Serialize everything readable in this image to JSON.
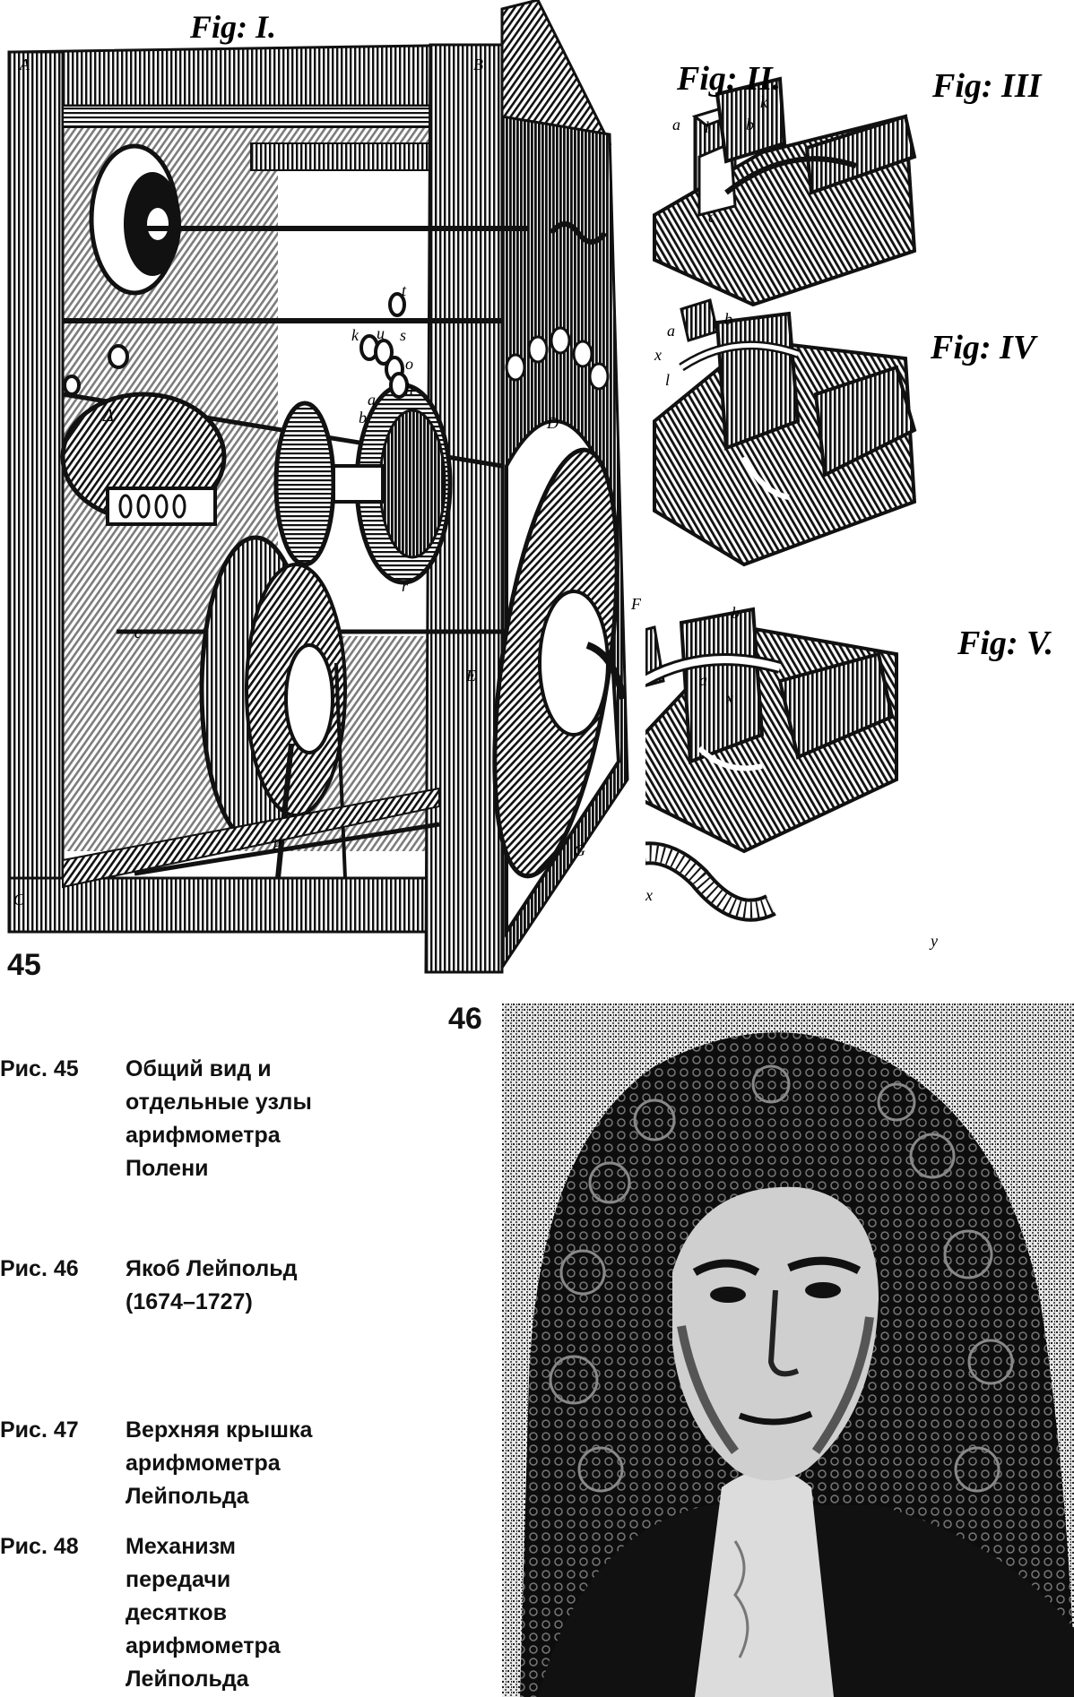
{
  "figures": {
    "fig45": {
      "number": "45",
      "title_fig1": "Fig: I.",
      "panel_labels": [
        "Fig: II.",
        "Fig: III",
        "Fig: IV",
        "Fig: V."
      ],
      "machine_letters": [
        "A",
        "B",
        "C",
        "D",
        "E",
        "F",
        "G",
        "H",
        "t",
        "k",
        "u",
        "s",
        "o",
        "h",
        "a",
        "b",
        "r",
        "p",
        "c"
      ],
      "detail_letters": [
        "a",
        "b",
        "c",
        "k",
        "l",
        "x",
        "y"
      ]
    },
    "fig46": {
      "number": "46"
    }
  },
  "captions": [
    {
      "label": "Рис. 45",
      "text": "Общий вид и\nотдельные узлы\nарифмометра\nПолени"
    },
    {
      "label": "Рис. 46",
      "text": "Якоб Лейпольд\n(1674–1727)"
    },
    {
      "label": "Рис. 47",
      "text": "Верхняя крышка\nарифмометра\nЛейпольда"
    },
    {
      "label": "Рис. 48",
      "text": "Механизм\nпередачи\nдесятков\nарифмометра\nЛейпольда"
    }
  ]
}
